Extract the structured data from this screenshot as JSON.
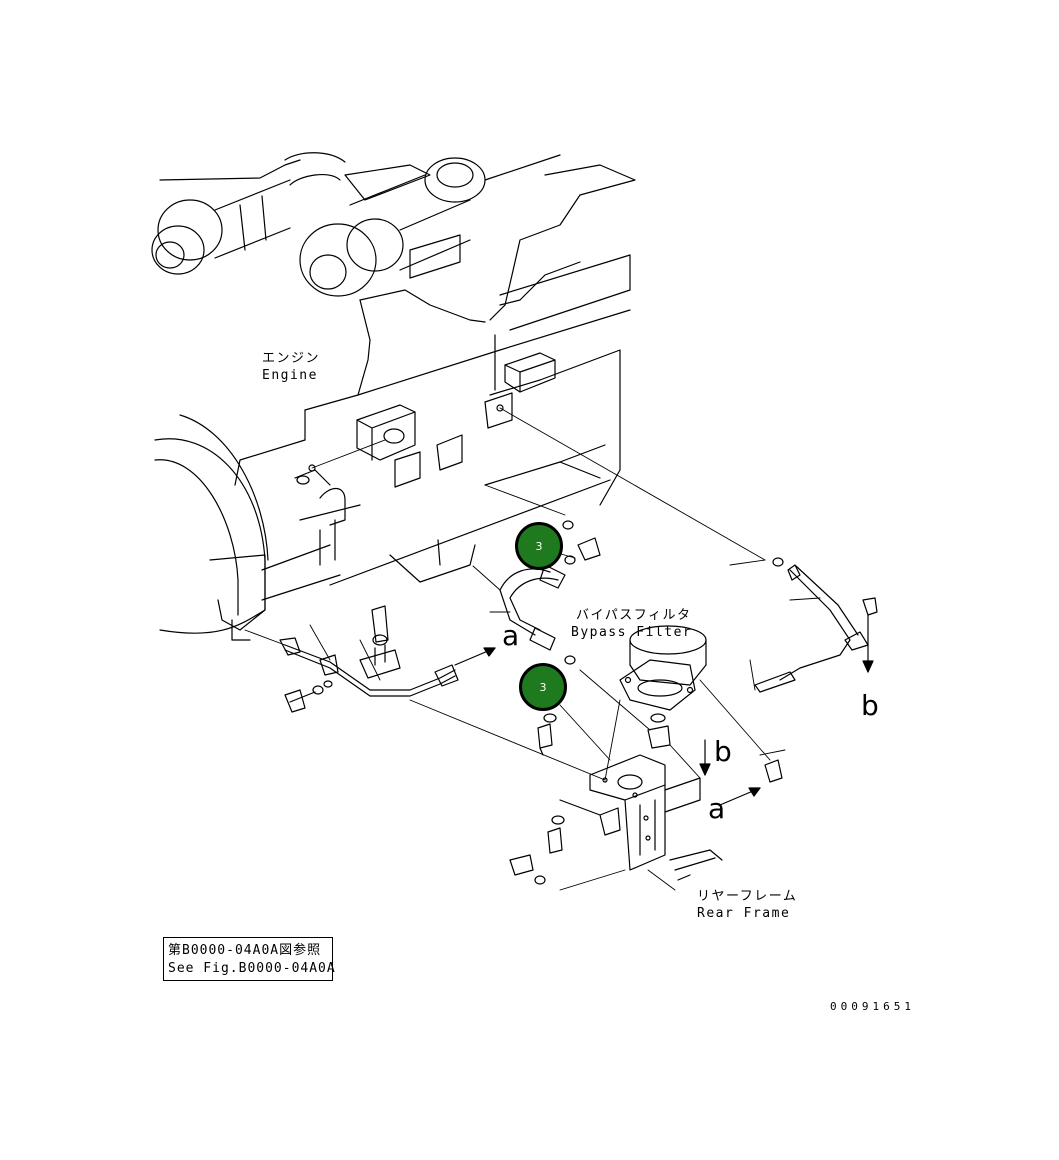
{
  "labels": {
    "engine_jp": "エンジン",
    "engine_en": "Engine",
    "bypass_jp": "バイパスフィルタ",
    "bypass_en": "Bypass Filter",
    "rear_jp": "リヤーフレーム",
    "rear_en": "Rear Frame",
    "mark_a1": "a",
    "mark_a2": "a",
    "mark_b1": "b",
    "mark_b2": "b"
  },
  "callouts": [
    {
      "number": "3"
    },
    {
      "number": "3"
    }
  ],
  "reference": {
    "line1": "第B0000-04A0A図参照",
    "line2": "See Fig.B0000-04A0A"
  },
  "drawing_number": "00091651",
  "colors": {
    "line": "#000000",
    "callout_fill": "#1f7a1f",
    "callout_text": "#ffffff",
    "background": "#ffffff"
  }
}
